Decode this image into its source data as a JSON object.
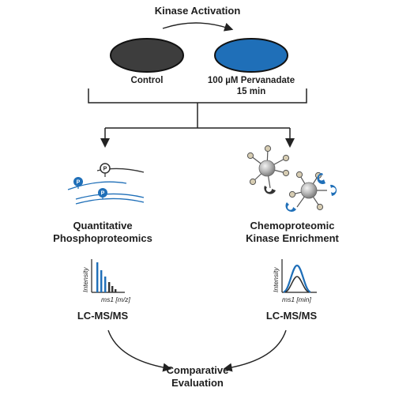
{
  "header": {
    "title": "Kinase Activation"
  },
  "samples": {
    "control_label": "Control",
    "treatment_label_line1": "100 µM Pervanadate",
    "treatment_label_line2": "15 min"
  },
  "branches": {
    "left": {
      "title_line1": "Quantitative",
      "title_line2": "Phosphoproteomics",
      "phospho_marker": "P",
      "plot": {
        "ylabel": "Intensity",
        "xlabel": "ms1 [m/z]"
      },
      "method": "LC-MS/MS"
    },
    "right": {
      "title_line1": "Chemoproteomic",
      "title_line2": "Kinase Enrichment",
      "plot": {
        "ylabel": "Intensity",
        "xlabel": "ms1 [min]"
      },
      "method": "LC-MS/MS"
    }
  },
  "result": {
    "line1": "Comparative",
    "line2": "Evaluation"
  },
  "colors": {
    "dark": "#3a3a3a",
    "blue": "#1f6fb8",
    "bead": "#bcbcbc",
    "node": "#d6ccb2",
    "line": "#222222"
  }
}
